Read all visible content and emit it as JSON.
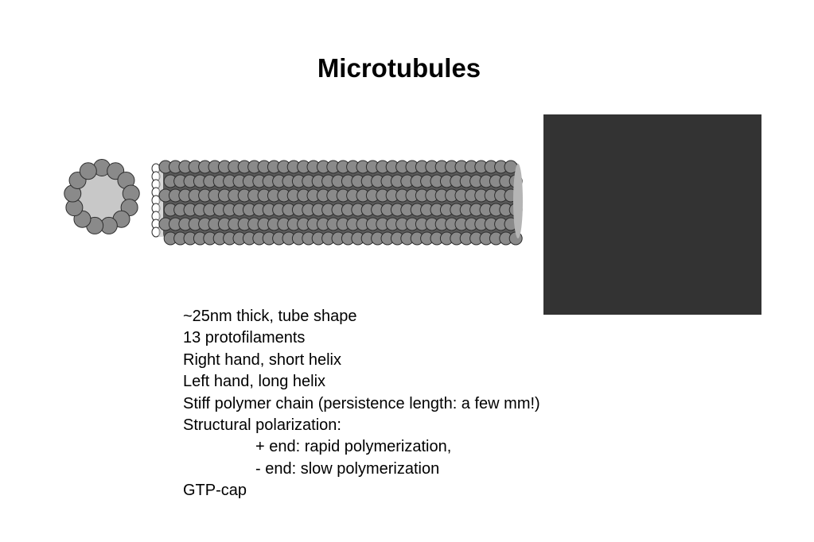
{
  "slide": {
    "title": "Microtubules",
    "panel_color": "#333333",
    "lines": [
      "~25nm thick, tube shape",
      "13 protofilaments",
      "Right hand, short helix",
      "Left hand, long helix",
      "Stiff polymer chain (persistence length: a few mm!)",
      "Structural polarization:",
      "+ end: rapid polymerization,",
      "- end: slow polymerization",
      "GTP-cap"
    ]
  },
  "illustration": {
    "subject": "microtubule-cross-section-and-side-view",
    "protofilament_count": 13,
    "colors": {
      "subunit_fill": "#8a8a8a",
      "subunit_stroke": "#2e2e2e",
      "lumen_fill": "#c8c8c8",
      "tube_shadow": "#5a5a5a"
    }
  }
}
